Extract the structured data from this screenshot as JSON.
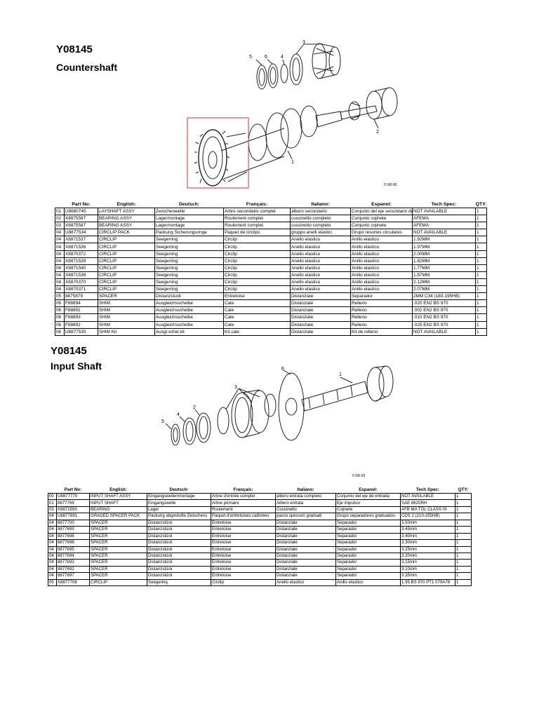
{
  "sections": [
    {
      "code": "Y08145",
      "title": "Countershaft",
      "diagram_ref": "0 SR-06",
      "callouts": [
        "1",
        "2",
        "3",
        "4",
        "5",
        "6"
      ],
      "headers": [
        "",
        "Part No:",
        "English:",
        "Deutsch:",
        "Français:",
        "Italiano:",
        "Espanol:",
        "Tech Spec:",
        "QTY:"
      ],
      "rows": [
        [
          "01",
          "U8880745",
          "LAYSHAFT ASSY",
          "Zwischenwelle",
          "Arbre secondaire complet",
          "albero secondario",
          "Conjunto del eje secundario del",
          "NOT AVAILABLE",
          "1"
        ],
        [
          "02",
          "X8875587",
          "BEARING ASSY",
          "Lagermontage",
          "Roulement complet",
          "cuscinetto completo",
          "Conjunto cojinete",
          "AFEMA",
          "1"
        ],
        [
          "03",
          "X8875587",
          "BEARING ASSY",
          "Lagermontage",
          "Roulement complet",
          "cuscinetto completo",
          "Conjunto cojinete",
          "AFEMA",
          "1"
        ],
        [
          "04",
          "U8877534",
          "CIRCLIP PACK",
          "Packung Sicherungsringe",
          "Paquet de circlips",
          "gruppo anelli elastici",
          "Grupo resortes circulares",
          "NOT AVAILABLE",
          "1"
        ],
        [
          "04",
          "X8871537",
          "CIRCLIP",
          "Seegerring",
          "Circlip",
          "Anello elastico",
          "Anillo elastico",
          "1.92MM",
          "1"
        ],
        [
          "04",
          "X8871536",
          "CIRCLIP",
          "Seegerring",
          "Circlip",
          "Anello elastico",
          "Anillo elastico",
          "1.97MM",
          "1"
        ],
        [
          "04",
          "X8870372",
          "CIRCLIP",
          "Seegerring",
          "Circlip",
          "Anello elastico",
          "Anillo elastico",
          "2.00MM",
          "1"
        ],
        [
          "04",
          "X8871539",
          "CIRCLIP",
          "Seegerring",
          "Circlip",
          "Anello elastico",
          "Anillo elastico",
          "1.82MM",
          "1"
        ],
        [
          "04",
          "X8871540",
          "CIRCLIP",
          "Seegerring",
          "Circlip",
          "Anello elastico",
          "Anillo elastico",
          "1.77MM",
          "1"
        ],
        [
          "04",
          "X8871538",
          "CIRCLIP",
          "Seegerring",
          "Circlip",
          "Anello elastico",
          "Anillo elastico",
          "1.87MM",
          "1"
        ],
        [
          "04",
          "X8870370",
          "CIRCLIP",
          "Seegerring",
          "Circlip",
          "Anello elastico",
          "Anillo elastico",
          "2.12MM",
          "1"
        ],
        [
          "04",
          "X8870371",
          "CIRCLIP",
          "Seegerring",
          "Circlip",
          "Anello elastico",
          "Anillo elastico",
          "2.07MM",
          "1"
        ],
        [
          "05",
          "8875879",
          "SPACER",
          "Distanzstuck",
          "Entretoise",
          "Distanziale",
          "Separador",
          "2MM C34 (180-195HB)",
          "1"
        ],
        [
          "06",
          "F88894",
          "SHIM",
          "Ausgleichsscheibe",
          "Cale",
          "Distanziale",
          "Relleno",
          ".020 EN2 BS 970",
          "1"
        ],
        [
          "06",
          "F88891",
          "SHIM",
          "Ausgleichsscheibe",
          "Cale",
          "Distanziale",
          "Relleno",
          ".002 EN2 BS 970",
          "1"
        ],
        [
          "06",
          "F88893",
          "SHIM",
          "Ausgleichsscheibe",
          "Cale",
          "Distanziale",
          "Relleno",
          ".010 EN2 BS 970",
          "1"
        ],
        [
          "06",
          "F88892",
          "SHIM",
          "Ausgleichsscheibe",
          "Cale",
          "Distanziale",
          "Relleno",
          ".025 EN2 BS 970",
          "1"
        ],
        [
          "06",
          "U8877535",
          "SHIM Kit",
          "Ausgl.schei.kit",
          "Kit cale",
          "Distanziale",
          "Kit de relleno",
          "NOT AVAILABLE",
          "1"
        ]
      ]
    },
    {
      "code": "Y08145",
      "title": "Input Shaft",
      "diagram_ref": "0 SR-03",
      "callouts": [
        "1",
        "2",
        "3",
        "4",
        "5",
        "6"
      ],
      "headers": [
        "",
        "Part No:",
        "English:",
        "Deutsch:",
        "Français:",
        "Italiano:",
        "Espanol:",
        "Tech Spec:",
        "QTY:"
      ],
      "rows": [
        [
          "00",
          "U8877770",
          "INPUT SHAFT ASSY",
          "Eingangswellenmontage",
          "Arbre d'entrée complet",
          "albero entrata completo",
          "Conjunto del eje de entrada",
          "NOT AVAILABLE",
          "1"
        ],
        [
          "01",
          "8877769",
          "INPUT SHAFT",
          "Eingangswelle",
          "Arbre primaire",
          "Albero entrata",
          "Eje impulsor",
          "SAE 8620RH",
          "1"
        ],
        [
          "03",
          "X8872593",
          "BEARING",
          "Lager",
          "Roulement",
          "Cuscinetto",
          "Cojinete",
          "AFB MA TOL CLASS IS",
          "1"
        ],
        [
          "04",
          "U8877691",
          "GRADED SPACER PACK",
          "Packung abgestufte Zwischens",
          "Paquet d'entretoises calibrées",
          "pacco spessori graduati",
          "Grupo separadores graduados",
          "CDS 2 (210-255HB)",
          "1"
        ],
        [
          "04",
          "8877700",
          "SPACER",
          "Distanzstück",
          "Entretoise",
          "Distanziale",
          "Separador",
          "3.50mm",
          "1"
        ],
        [
          "04",
          "8877699",
          "SPACER",
          "Distanzstück",
          "Entretoise",
          "Distanziale",
          "Separador",
          "3.45mm",
          "1"
        ],
        [
          "04",
          "8877698",
          "SPACER",
          "Distanzstück",
          "Entretoise",
          "Distanziale",
          "Separador",
          "3.40mm",
          "1"
        ],
        [
          "04",
          "8877696",
          "SPACER",
          "Distanzstück",
          "Entretoise",
          "Distanziale",
          "Separador",
          "3.30mm",
          "1"
        ],
        [
          "04",
          "8877695",
          "SPACER",
          "Distanzstück",
          "Entretoise",
          "Distanziale",
          "Separador",
          "3.25mm",
          "1"
        ],
        [
          "04",
          "8877694",
          "SPACER",
          "Distanzstück",
          "Entretoise",
          "Distanziale",
          "Separador",
          "3.20mm",
          "1"
        ],
        [
          "04",
          "8877693",
          "SPACER",
          "Distanzstück",
          "Entretoise",
          "Distanziale",
          "Separador",
          "3.15mm",
          "1"
        ],
        [
          "04",
          "8877692",
          "SPACER",
          "Distanzstück",
          "Entretoise",
          "Distanziale",
          "Separador",
          "3.10mm",
          "1"
        ],
        [
          "04",
          "8877697",
          "SPACER",
          "Distanzstück",
          "Entretoise",
          "Distanziale",
          "Separador",
          "3.35mm",
          "1"
        ],
        [
          "05",
          "X8877706",
          "CIRCLIP",
          "Seegering",
          "Circlip",
          "Anello elastico",
          "Anillo elastico",
          "1.95 BS 970 PT1 070A78",
          "1"
        ]
      ]
    }
  ]
}
